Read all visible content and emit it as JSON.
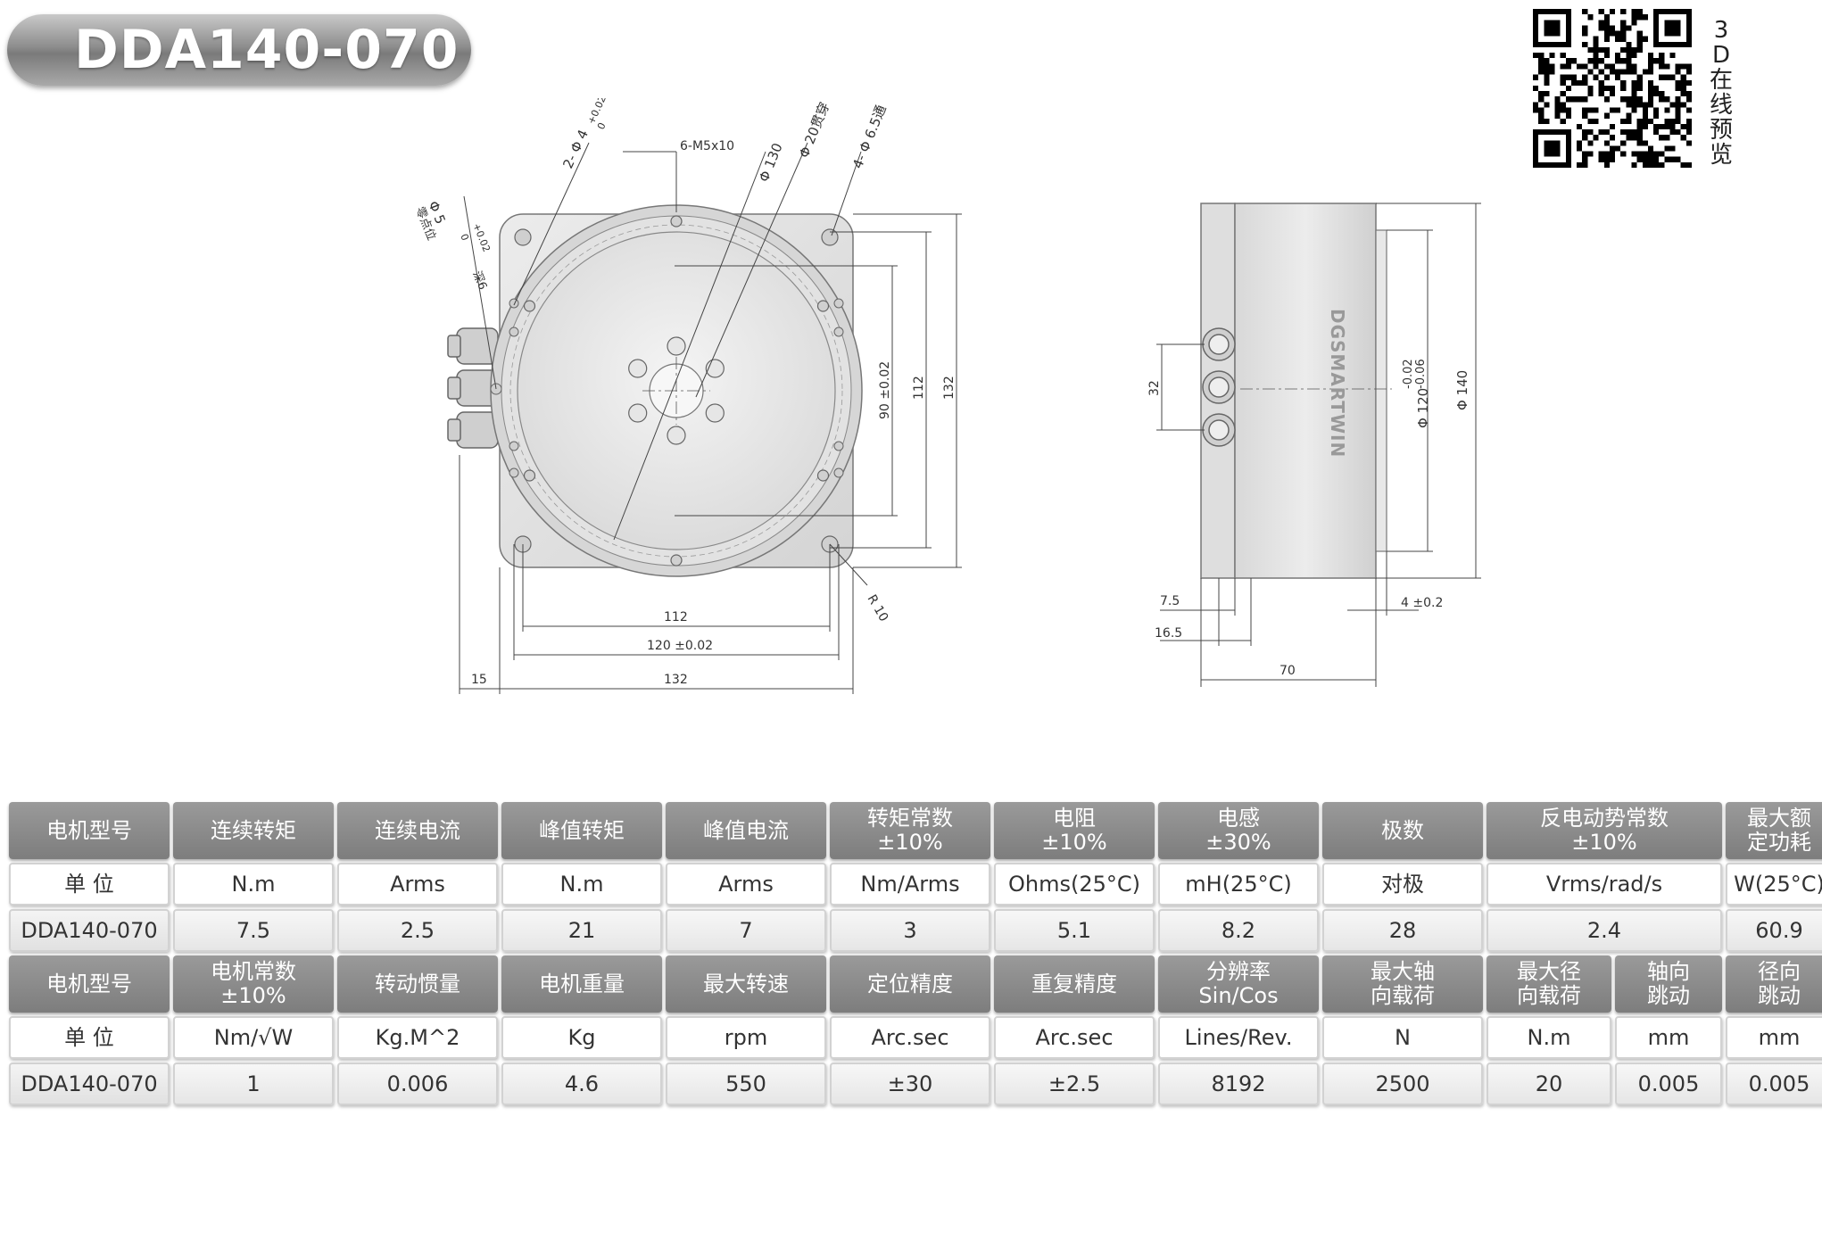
{
  "title": "DDA140-070",
  "qr": {
    "caption_chars": [
      "3",
      "D",
      "在",
      "线",
      "预",
      "览"
    ]
  },
  "drawing": {
    "front": {
      "d_bore_pin": "2- Φ 4",
      "d_bore_pin_tol_top": "+0.02",
      "d_bore_pin_tol_bot": "0",
      "screw": "6-M5x10",
      "d130": "Φ 130",
      "d20": "Φ 20贯穿",
      "d65": "4- Φ 6.5通",
      "d5": "Φ 5",
      "d5_tol_top": "+0.02",
      "d5_tol_bot": "0",
      "d5_note": "零点位",
      "depth6": "深6",
      "v90": "90 ±0.02",
      "v112": "112",
      "v132": "132",
      "h112": "112",
      "h120": "120 ±0.02",
      "h132": "132",
      "h15": "15",
      "r10": "R 10"
    },
    "side": {
      "brand": "DGSMARTWIN",
      "v32": "32",
      "d120": "Φ 120",
      "d120_tol_top": "-0.02",
      "d120_tol_bot": "-0.06",
      "d140": "Φ 140",
      "h75": "7.5",
      "h165": "16.5",
      "h4": "4 ±0.2",
      "h70": "70"
    }
  },
  "spec": {
    "row1_headers": [
      [
        "电机型号"
      ],
      [
        "连续转矩"
      ],
      [
        "连续电流"
      ],
      [
        "峰值转矩"
      ],
      [
        "峰值电流"
      ],
      [
        "转矩常数",
        "±10%"
      ],
      [
        "电阻",
        "±10%"
      ],
      [
        "电感",
        "±30%"
      ],
      [
        "极数"
      ],
      [
        "反电动势常数",
        "±10%"
      ],
      [
        "最大额",
        "定功耗"
      ]
    ],
    "row1_units": [
      "单 位",
      "N.m",
      "Arms",
      "N.m",
      "Arms",
      "Nm/Arms",
      "Ohms(25°C)",
      "mH(25°C)",
      "对极",
      "Vrms/rad/s",
      "W(25°C)"
    ],
    "row1_values": [
      "DDA140-070",
      "7.5",
      "2.5",
      "21",
      "7",
      "3",
      "5.1",
      "8.2",
      "28",
      "2.4",
      "60.9"
    ],
    "row2_headers": [
      [
        "电机型号"
      ],
      [
        "电机常数",
        "±10%"
      ],
      [
        "转动惯量"
      ],
      [
        "电机重量"
      ],
      [
        "最大转速"
      ],
      [
        "定位精度"
      ],
      [
        "重复精度"
      ],
      [
        "分辨率",
        "Sin/Cos"
      ],
      [
        "最大轴",
        "向载荷"
      ],
      [
        "最大径",
        "向载荷"
      ],
      [
        "轴向",
        "跳动"
      ],
      [
        "径向",
        "跳动"
      ]
    ],
    "row2_units": [
      "单 位",
      "Nm/√W",
      "Kg.M^2",
      "Kg",
      "rpm",
      "Arc.sec",
      "Arc.sec",
      "Lines/Rev.",
      "N",
      "N.m",
      "mm",
      "mm"
    ],
    "row2_values": [
      "DDA140-070",
      "1",
      "0.006",
      "4.6",
      "550",
      "±30",
      "±2.5",
      "8192",
      "2500",
      "20",
      "0.005",
      "0.005"
    ]
  }
}
